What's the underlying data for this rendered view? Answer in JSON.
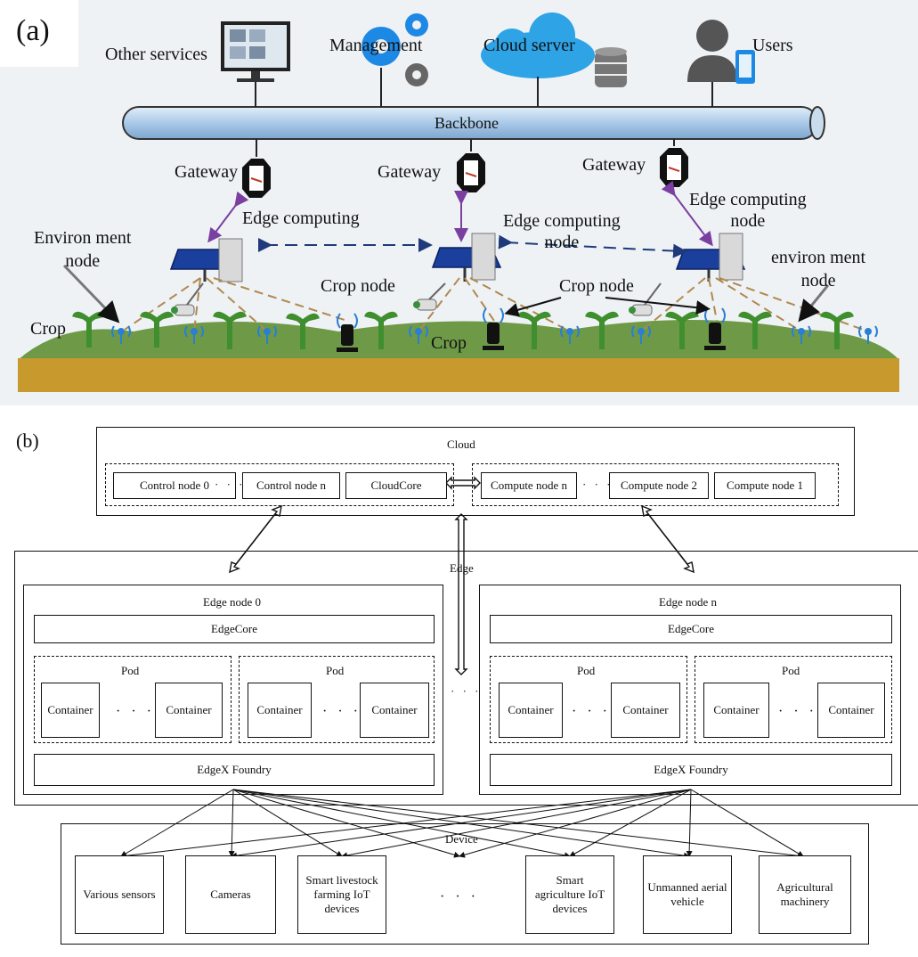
{
  "panel_a": {
    "label": "(a)",
    "top_services": [
      "Other services",
      "Management",
      "Cloud server",
      "Users"
    ],
    "backbone": "Backbone",
    "gateway": "Gateway",
    "edge_node_lines": [
      "Edge computing",
      "node"
    ],
    "environment_node_left": [
      "Environ ment",
      "node"
    ],
    "environment_node_right": [
      "environ ment",
      "node"
    ],
    "crop_node": "Crop node",
    "crop": "Crop",
    "colors": {
      "backbone": "#a9c9e8",
      "ground": "#c89a2e",
      "grass": "#6e9a48",
      "sky": "#eef2f5",
      "arrow_purple": "#7a3fa0",
      "arrow_blue": "#1e3a7a"
    }
  },
  "panel_b": {
    "label": "(b)",
    "cloud": {
      "title": "Cloud",
      "control_nodes": [
        "Control node 0",
        "Control node n",
        "CloudCore"
      ],
      "compute_nodes": [
        "Compute node n",
        "Compute node 2",
        "Compute node 1"
      ]
    },
    "edge": {
      "title": "Edge",
      "nodes": [
        {
          "title": "Edge node 0",
          "core": "EdgeCore",
          "pod": "Pod",
          "container": "Container",
          "foundry": "EdgeX Foundry"
        },
        {
          "title": "Edge node n",
          "core": "EdgeCore",
          "pod": "Pod",
          "container": "Container",
          "foundry": "EdgeX Foundry"
        }
      ]
    },
    "device": {
      "title": "Device",
      "items": [
        "Various sensors",
        "Cameras",
        "Smart livestock farming IoT devices",
        "Smart agriculture IoT devices",
        "Unmanned aerial vehicle",
        "Agricultural machinery"
      ]
    }
  }
}
